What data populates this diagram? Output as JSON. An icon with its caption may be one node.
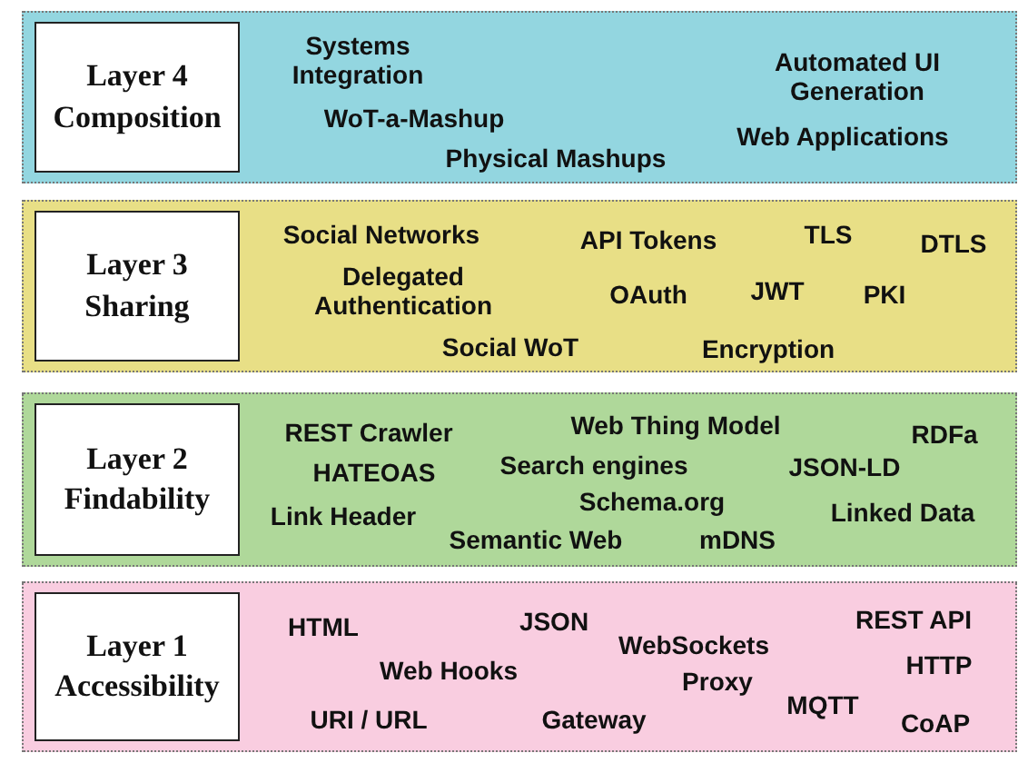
{
  "diagram": {
    "nodes": [
      {
        "text": [
          "Systems Integration",
          "Automated UI Generation",
          "WoT-a-Mashup",
          "Web Applications",
          "Physical Mashups"
        ]
      },
      {
        "text": [
          "Layer 4 Composition"
        ],
        "in": 0
      },
      {
        "text": [
          "Social Networks",
          "API Tokens",
          "TLS",
          "DTLS",
          "Delegated Authentication",
          "OAuth",
          "JWT",
          "PKI",
          "Social WoT",
          "Encryption"
        ]
      },
      {
        "text": [
          "Layer 3 Sharing"
        ],
        "in": 2
      },
      {
        "text": [
          "REST Crawler",
          "Web Thing Model",
          "RDFa",
          "HATEOAS",
          "Search engines",
          "JSON-LD",
          "Schema.org",
          "Link Header",
          "Linked Data",
          "Semantic Web",
          "mDNS"
        ]
      },
      {
        "text": [
          "Layer 2 Findability"
        ],
        "in": 4
      },
      {
        "text": [
          "HTML",
          "JSON",
          "REST API",
          "WebSockets",
          "Web Hooks",
          "HTTP",
          "Proxy",
          "MQTT",
          "URI / URL",
          "Gateway",
          "CoAP"
        ]
      },
      {
        "text": [
          "Layer 1 Accessibility"
        ],
        "in": 6
      }
    ]
  }
}
